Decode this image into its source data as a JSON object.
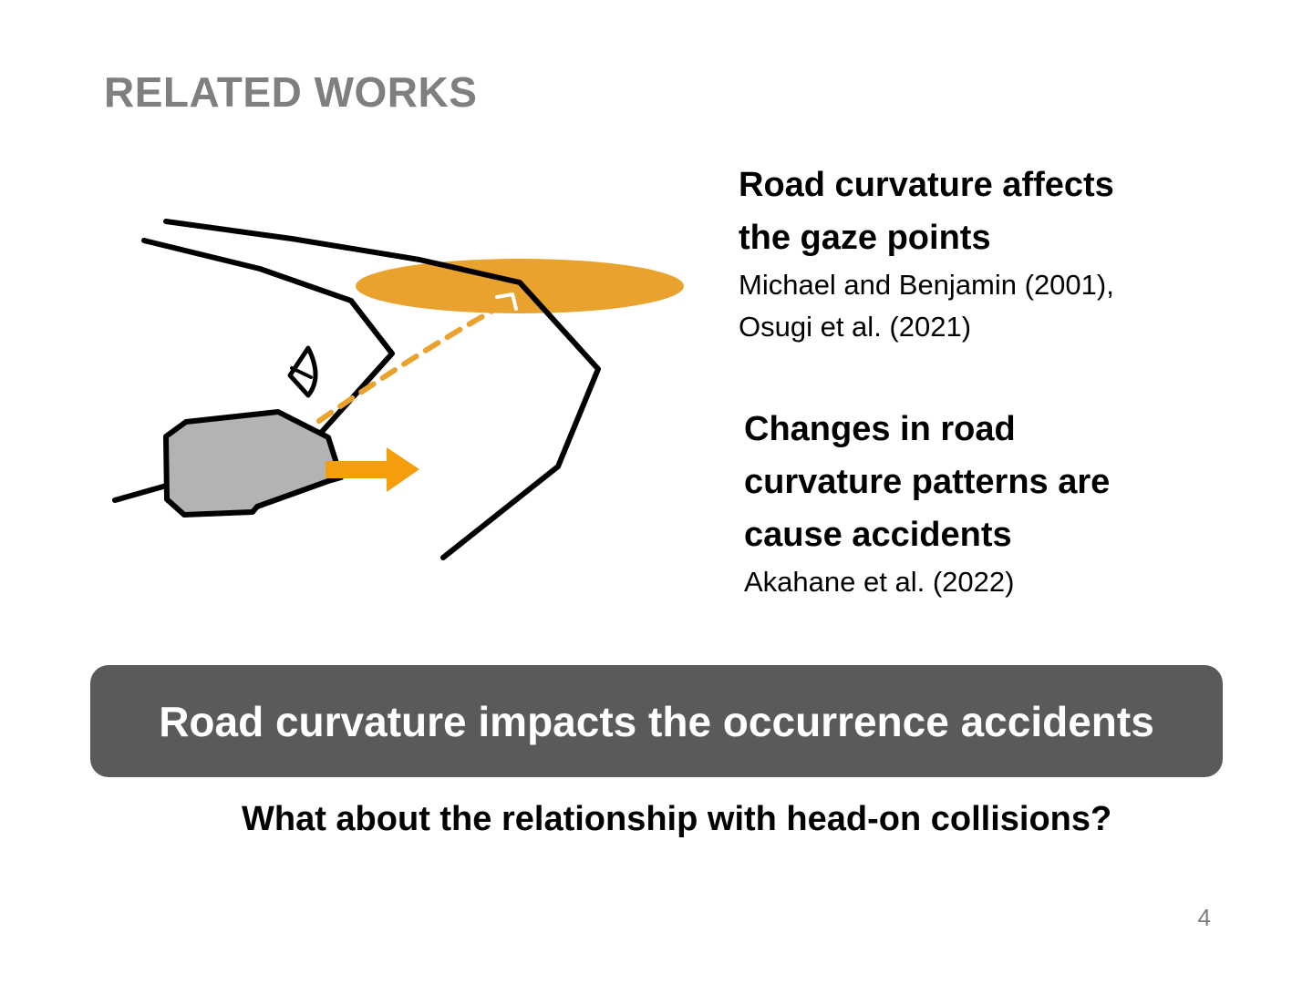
{
  "slide": {
    "title": "RELATED WORKS",
    "page_number": "4"
  },
  "findings": [
    {
      "heading_lines": [
        "Road curvature affects",
        "the gaze points"
      ],
      "citation_lines": [
        "Michael and Benjamin (2001),",
        "Osugi et al. (2021)"
      ]
    },
    {
      "heading_lines": [
        "Changes in road",
        "curvature patterns are",
        "cause accidents"
      ],
      "citation_lines": [
        "Akahane et al. (2022)"
      ]
    }
  ],
  "summary": {
    "text": "Road curvature impacts the occurrence accidents"
  },
  "question": {
    "text": "What about the relationship with head-on collisions?"
  },
  "illustration": {
    "gaze_color": "#e8a22d",
    "arrow_color": "#f59e0b",
    "car_color": "#b3b3b3",
    "road_color": "#000000"
  }
}
